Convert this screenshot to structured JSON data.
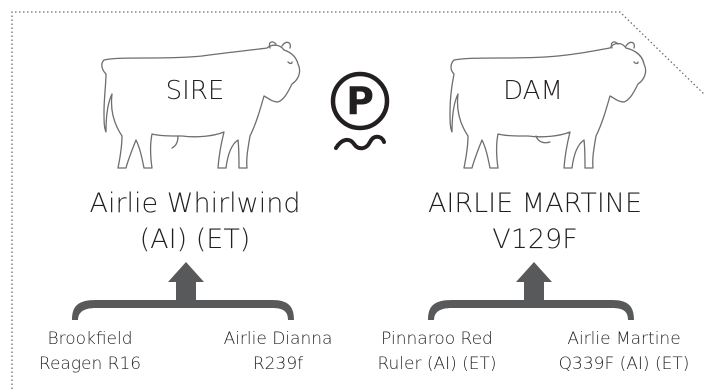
{
  "sire": {
    "label": "SIRE",
    "name_line1": "Airlie Whirlwind",
    "name_line2": "(AI) (ET)",
    "parents": [
      {
        "line1": "Brookfield",
        "line2": "Reagen R16"
      },
      {
        "line1": "Airlie Dianna",
        "line2": "R239f"
      }
    ]
  },
  "dam": {
    "label": "DAM",
    "name_line1": "AIRLIE MARTINE",
    "name_line2": "V129F",
    "parents": [
      {
        "line1": "Pinnaroo Red",
        "line2": "Ruler (AI) (ET)"
      },
      {
        "line1": "Airlie Martine",
        "line2": "Q339F (AI) (ET)"
      }
    ]
  },
  "logo": {
    "letter": "P",
    "icon": "polled-p-icon"
  },
  "colors": {
    "text": "#231f20",
    "bracket": "#58595b",
    "outline": "#6d6e71"
  }
}
